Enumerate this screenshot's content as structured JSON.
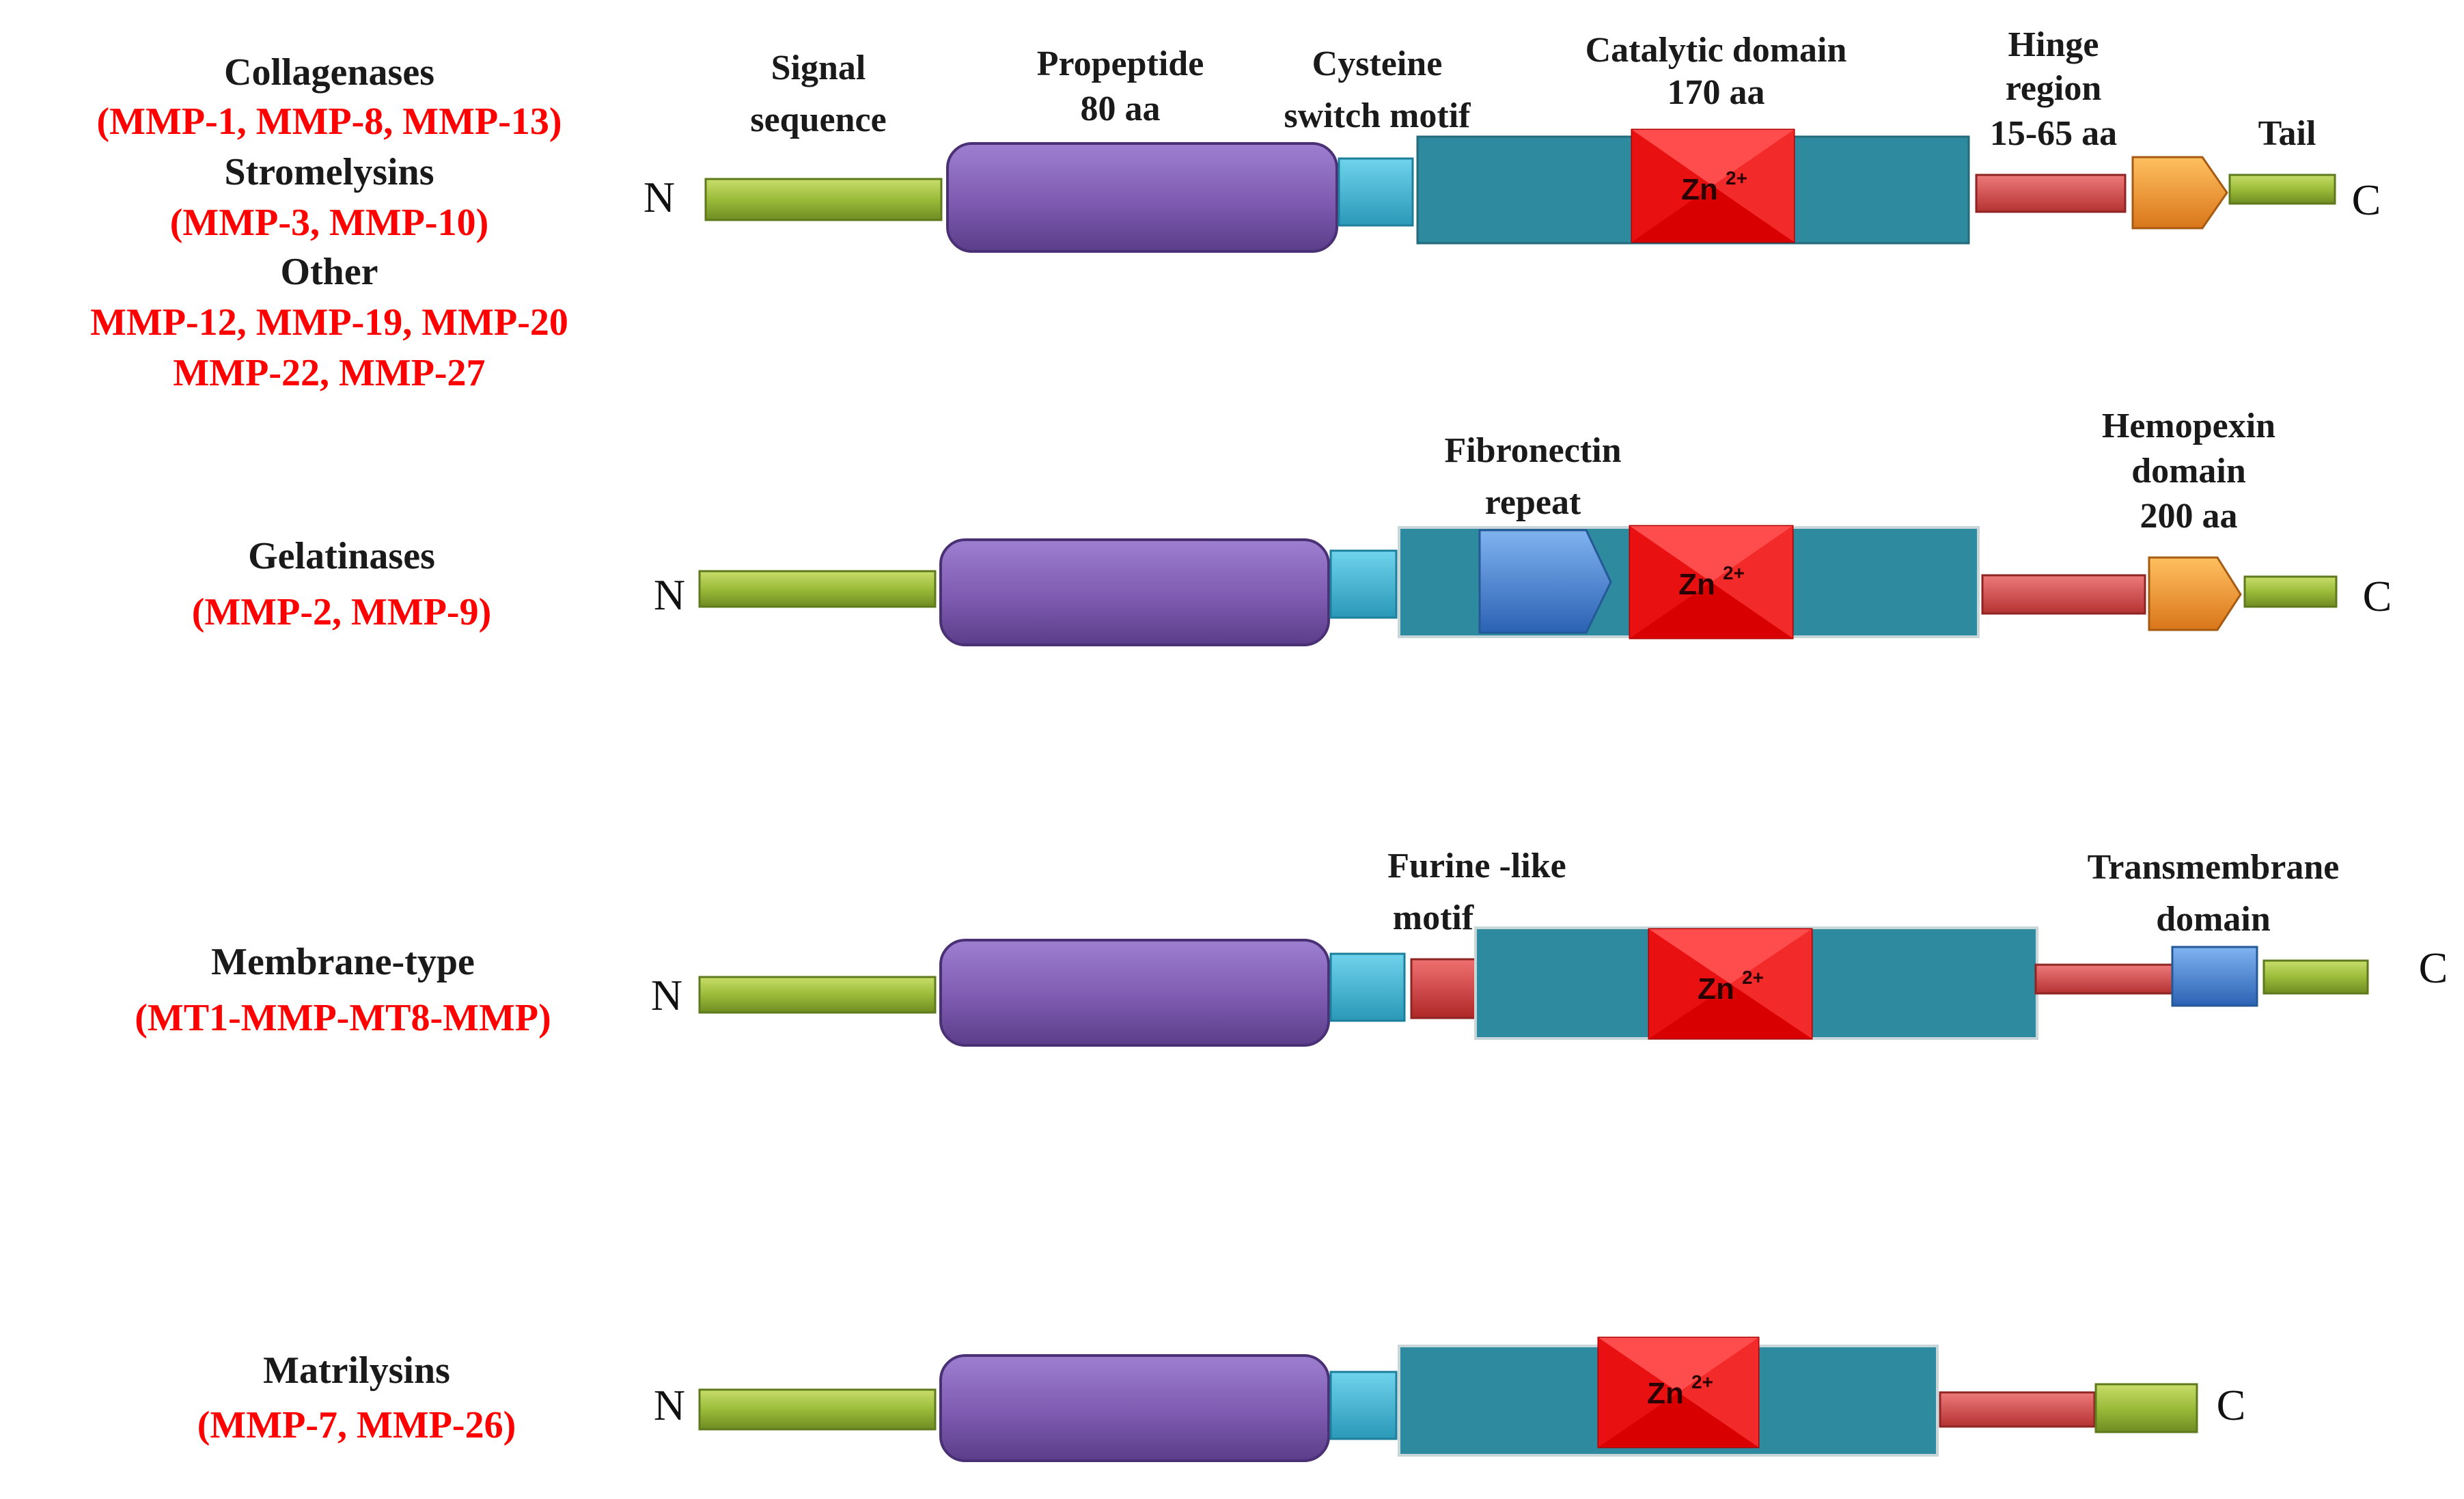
{
  "colors": {
    "black_text": "#1a1a1a",
    "red_text": "#ff0000",
    "signal": "#9bbb3a",
    "propeptide": "#7e5bb0",
    "cysteine": "#3fb5d3",
    "catalytic": "#2e8a9e",
    "zinc": "#ff1a1a",
    "hinge": "#d94a4a",
    "hemopexin": "#f0942a",
    "tail": "#9bbb3a",
    "fibronectin": "#3d7fd0",
    "furin": "#d94a4a",
    "transmembrane": "#3d6fc4"
  },
  "rows": [
    {
      "id": "row1",
      "groups": [
        {
          "name": "Collagenases",
          "members": "(MMP-1, MMP-8, MMP-13)"
        },
        {
          "name": "Stromelysins",
          "members": "(MMP-3, MMP-10)"
        },
        {
          "name": "Other",
          "members": [
            "MMP-12, MMP-19, MMP-20",
            "MMP-22, MMP-27"
          ]
        }
      ],
      "n_label": "N",
      "c_label": "C",
      "zinc_label": "Zn",
      "zinc_charge": "2+"
    },
    {
      "id": "row2",
      "groups": [
        {
          "name": "Gelatinases",
          "members": "(MMP-2, MMP-9)"
        }
      ],
      "n_label": "N",
      "c_label": "C",
      "zinc_label": "Zn",
      "zinc_charge": "2+"
    },
    {
      "id": "row3",
      "groups": [
        {
          "name": "Membrane-type",
          "members": "(MT1-MMP-MT8-MMP)"
        }
      ],
      "n_label": "N",
      "c_label": "C",
      "zinc_label": "Zn",
      "zinc_charge": "2+"
    },
    {
      "id": "row4",
      "groups": [
        {
          "name": "Matrilysins",
          "members": "(MMP-7, MMP-26)"
        }
      ],
      "n_label": "N",
      "c_label": "C",
      "zinc_label": "Zn",
      "zinc_charge": "2+"
    }
  ],
  "annotations": {
    "signal": [
      "Signal",
      "sequence"
    ],
    "propeptide": [
      "Propeptide",
      "80 aa"
    ],
    "cysteine": [
      "Cysteine",
      "switch motif"
    ],
    "catalytic": [
      "Catalytic domain",
      "170 aa"
    ],
    "hinge": [
      "Hinge",
      "region",
      "15-65 aa"
    ],
    "tail": [
      "Tail"
    ],
    "fibronectin": [
      "Fibronectin",
      "repeat"
    ],
    "hemopexin": [
      "Hemopexin",
      "domain",
      "200 aa"
    ],
    "furin": [
      "Furine -like",
      "motif"
    ],
    "transmembrane": [
      "Transmembrane",
      "domain"
    ]
  }
}
